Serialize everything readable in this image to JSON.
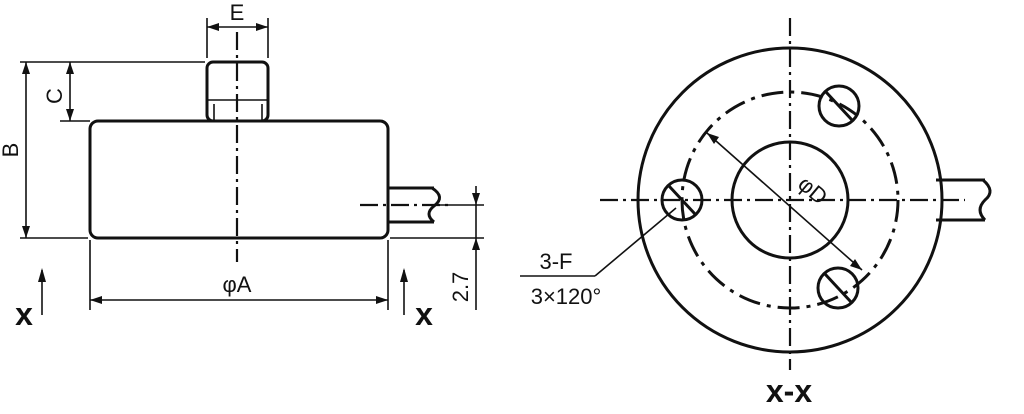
{
  "labels": {
    "dim_e": "E",
    "dim_c": "C",
    "dim_b": "B",
    "dim_a": "φA",
    "dim_2_7": "2.7",
    "dim_d": "φD",
    "holes": "3-F",
    "angle": "3×120°",
    "section_left": "x",
    "section_right": "x",
    "section_view": "x-x"
  }
}
